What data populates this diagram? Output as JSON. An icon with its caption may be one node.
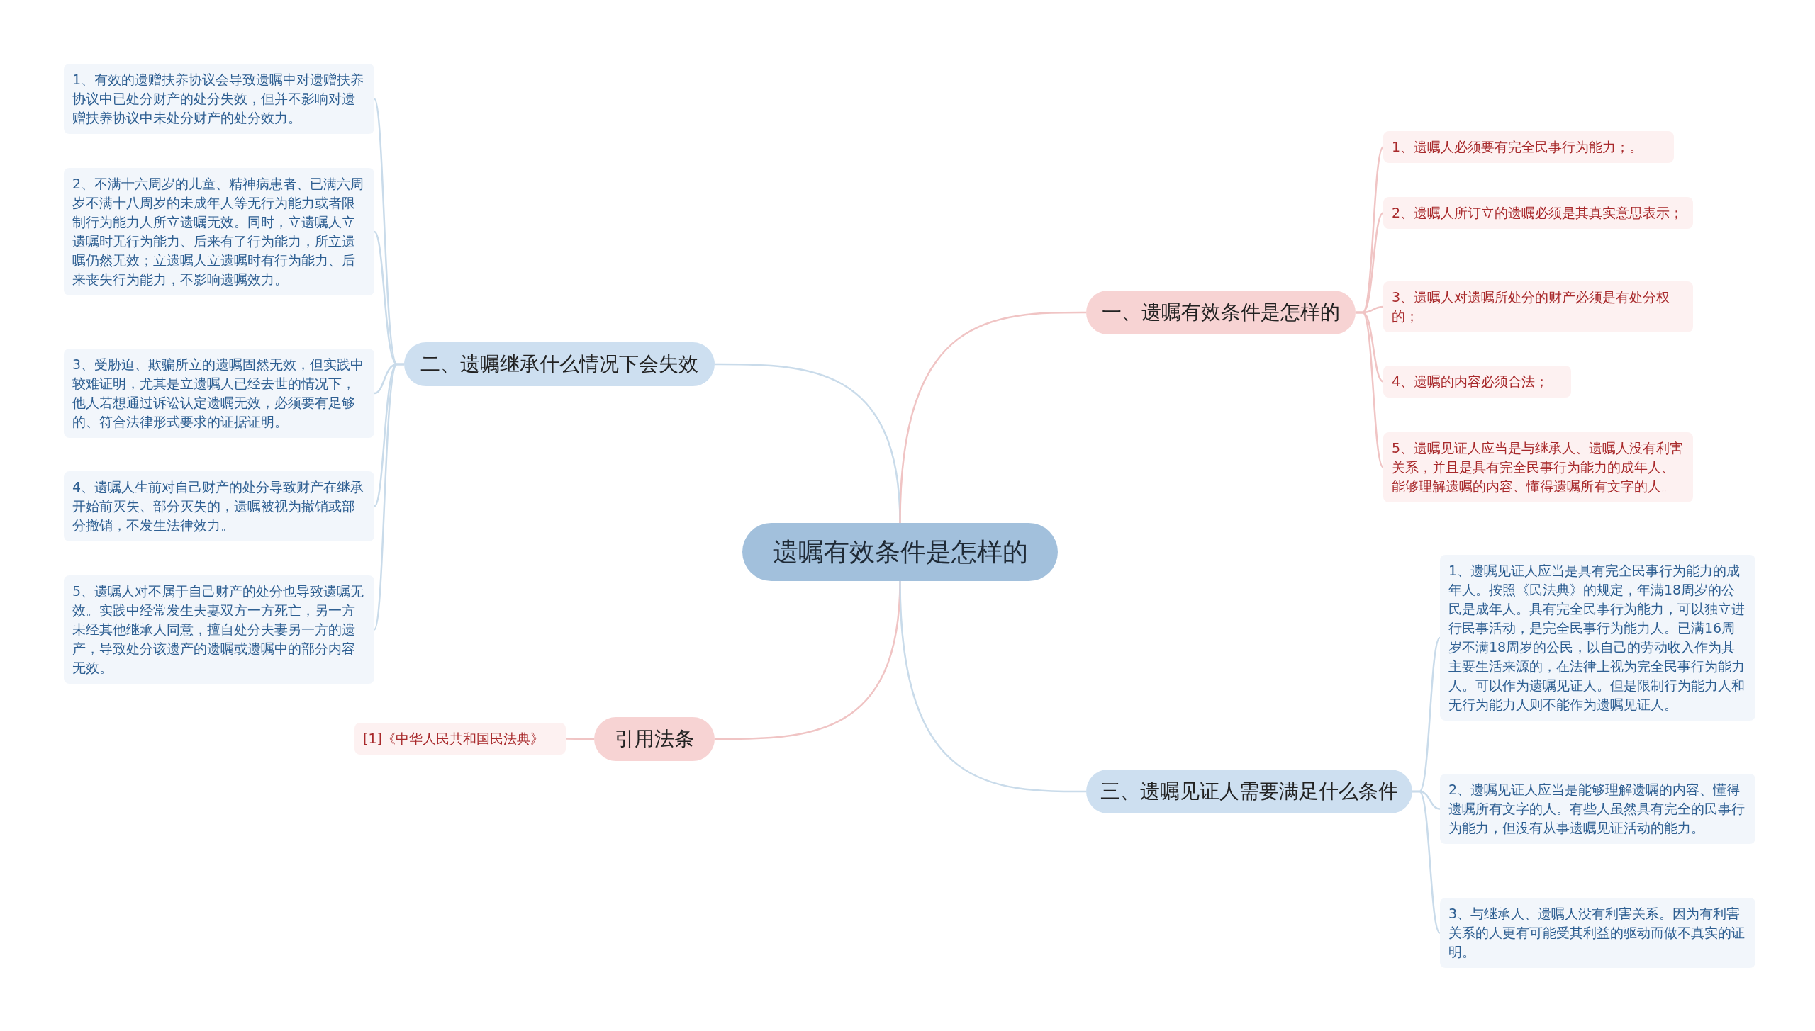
{
  "diagram": {
    "nodes": [
      {
        "text": [
          "遗嘱有效条件是怎样的"
        ]
      },
      {
        "text": [
          "二、遗嘱继承什么情况下会失效"
        ]
      },
      {
        "text": [
          "1、有效的遗赠扶养协议会导致遗嘱中对遗赠扶养协议中已处分财产的处分失效，但并不影响对遗赠扶养协议中未处分财产的处分效力。"
        ]
      },
      {
        "text": [
          "2、不满十六周岁的儿童、精神病患者、已满六周岁不满十八周岁的未成年人等无行为能力或者限制行为能力人所立遗嘱无效。同时，立遗嘱人立遗嘱时无行为能力、后来有了行为能力，所立遗嘱仍然无效；立遗嘱人立遗嘱时有行为能力、后来丧失行为能力，不影响遗嘱效力。"
        ]
      },
      {
        "text": [
          "3、受胁迫、欺骗所立的遗嘱固然无效，但实践中较难证明，尤其是立遗嘱人已经去世的情况下，他人若想通过诉讼认定遗嘱无效，必须要有足够的、符合法律形式要求的证据证明。"
        ]
      },
      {
        "text": [
          "4、遗嘱人生前对自己财产的处分导致财产在继承开始前灭失、部分灭失的，遗嘱被视为撤销或部分撤销，不发生法律效力。"
        ]
      },
      {
        "text": [
          "5、遗嘱人对不属于自己财产的处分也导致遗嘱无效。实践中经常发生夫妻双方一方死亡，另一方未经其他继承人同意，擅自处分夫妻另一方的遗产，导致处分该遗产的遗嘱或遗嘱中的部分内容无效。"
        ]
      },
      {
        "text": [
          "一、遗嘱有效条件是怎样的"
        ]
      },
      {
        "text": [
          "1、遗嘱人必须要有完全民事行为能力；。"
        ]
      },
      {
        "text": [
          "2、遗嘱人所订立的遗嘱必须是其真实意思表示；"
        ]
      },
      {
        "text": [
          "3、遗嘱人对遗嘱所处分的财产必须是有处分权的；"
        ]
      },
      {
        "text": [
          "4、遗嘱的内容必须合法；"
        ]
      },
      {
        "text": [
          "5、遗嘱见证人应当是与继承人、遗嘱人没有利害关系，并且是具有完全民事行为能力的成年人、能够理解遗嘱的内容、懂得遗嘱所有文字的人。"
        ]
      },
      {
        "text": [
          "引用法条"
        ]
      },
      {
        "text": [
          "[1]《中华人民共和国民法典》"
        ]
      },
      {
        "text": [
          "三、遗嘱见证人需要满足什么条件"
        ]
      },
      {
        "text": [
          "1、遗嘱见证人应当是具有完全民事行为能力的成年人。按照《民法典》的规定，年满18周岁的公民是成年人。具有完全民事行为能力，可以独立进行民事活动，是完全民事行为能力人。已满16周岁不满18周岁的公民，以自己的劳动收入作为其主要生活来源的，在法律上视为完全民事行为能力人。可以作为遗嘱见证人。但是限制行为能力人和无行为能力人则不能作为遗嘱见证人。"
        ]
      },
      {
        "text": [
          "2、遗嘱见证人应当是能够理解遗嘱的内容、懂得遗嘱所有文字的人。有些人虽然具有完全的民事行为能力，但没有从事遗嘱见证活动的能力。"
        ]
      },
      {
        "text": [
          "3、与继承人、遗嘱人没有利害关系。因为有利害关系的人更有可能受其利益的驱动而做不真实的证明。"
        ]
      }
    ],
    "edges": [
      {
        "from": 0,
        "to": 1,
        "arrow": "none"
      },
      {
        "from": 1,
        "to": 2,
        "arrow": "none"
      },
      {
        "from": 1,
        "to": 3,
        "arrow": "none"
      },
      {
        "from": 1,
        "to": 4,
        "arrow": "none"
      },
      {
        "from": 1,
        "to": 5,
        "arrow": "none"
      },
      {
        "from": 1,
        "to": 6,
        "arrow": "none"
      },
      {
        "from": 0,
        "to": 7,
        "arrow": "none",
        "color": "#f0c4c4"
      },
      {
        "from": 7,
        "to": 8,
        "arrow": "none",
        "color": "#f0c4c4"
      },
      {
        "from": 7,
        "to": 9,
        "arrow": "none",
        "color": "#f0c4c4"
      },
      {
        "from": 7,
        "to": 10,
        "arrow": "none",
        "color": "#f0c4c4"
      },
      {
        "from": 7,
        "to": 11,
        "arrow": "none",
        "color": "#f0c4c4"
      },
      {
        "from": 7,
        "to": 12,
        "arrow": "none",
        "color": "#f0c4c4"
      },
      {
        "from": 0,
        "to": 13,
        "arrow": "none",
        "color": "#f0c4c4"
      },
      {
        "from": 13,
        "to": 14,
        "arrow": "none",
        "color": "#f0c4c4"
      },
      {
        "from": 0,
        "to": 15,
        "arrow": "none"
      },
      {
        "from": 15,
        "to": 16,
        "arrow": "none"
      },
      {
        "from": 15,
        "to": 17,
        "arrow": "none"
      },
      {
        "from": 15,
        "to": 18,
        "arrow": "none"
      }
    ]
  }
}
